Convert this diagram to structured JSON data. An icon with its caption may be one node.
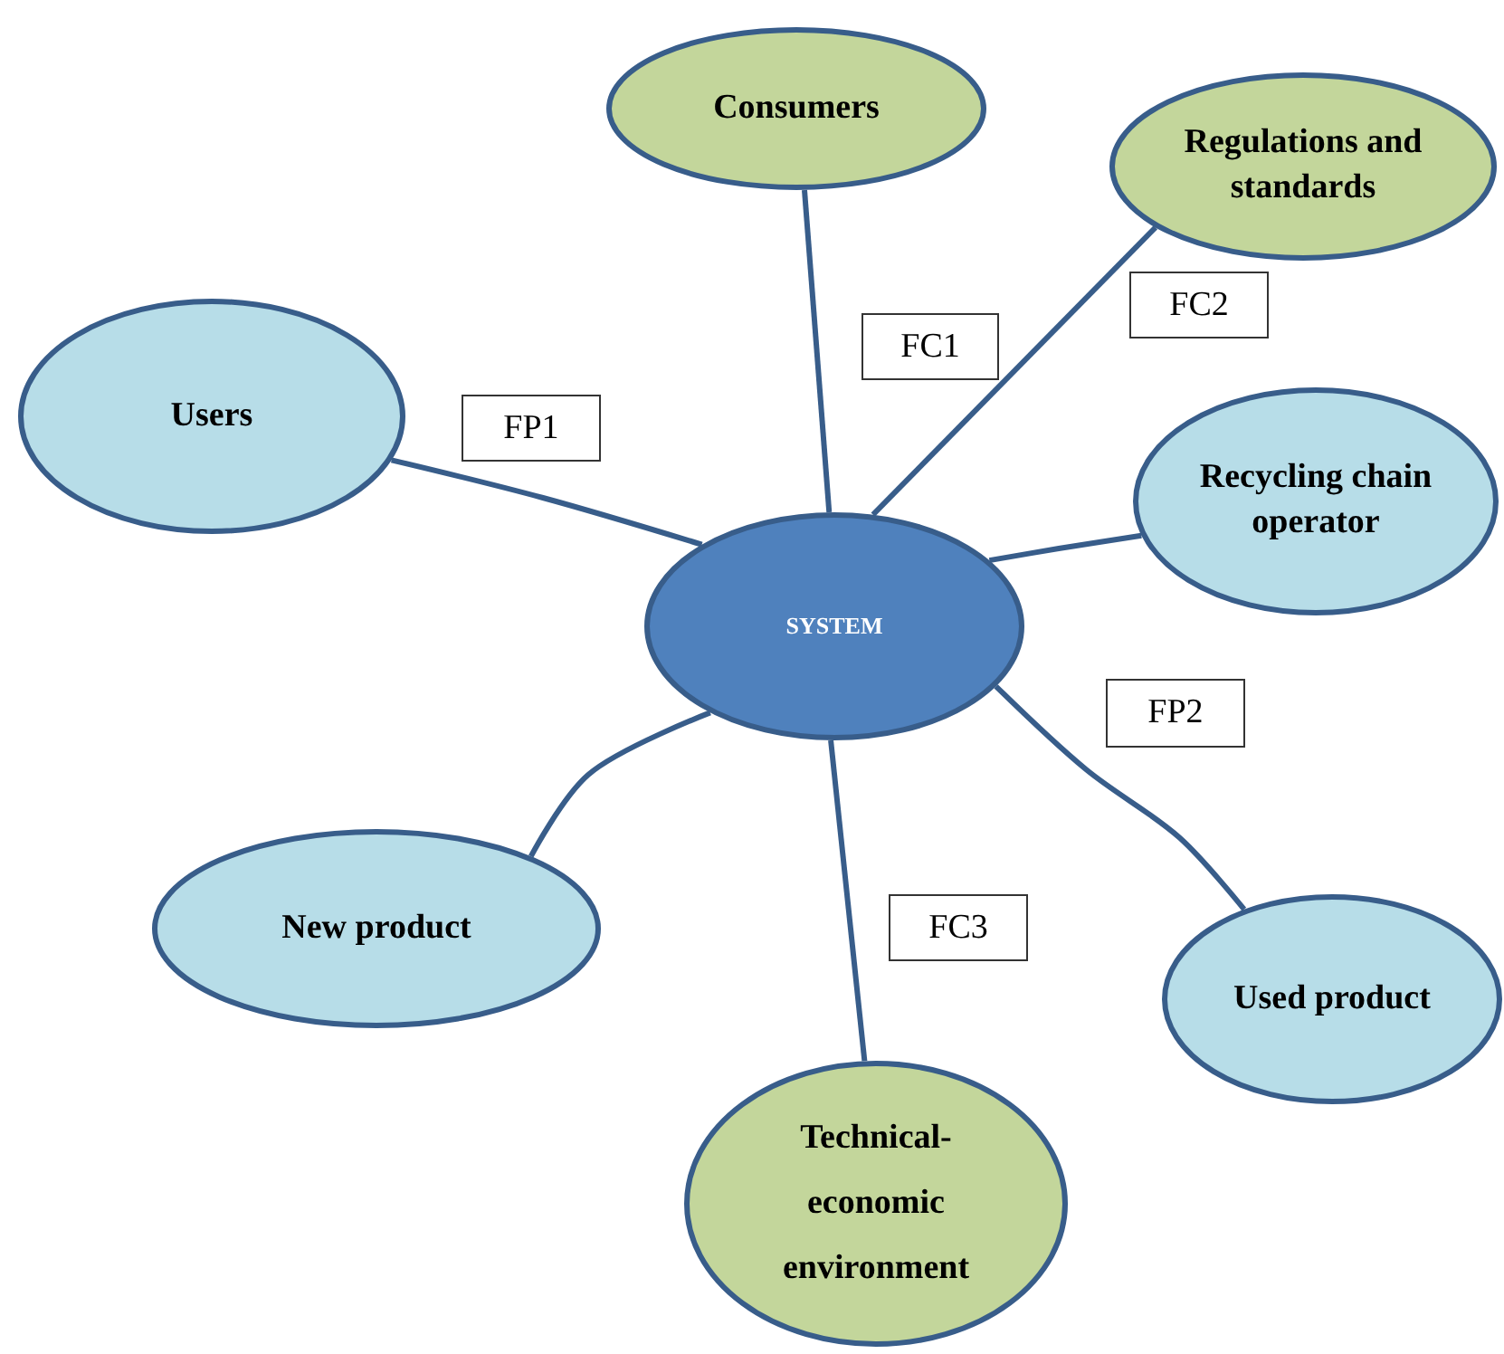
{
  "diagram": {
    "nodes": [
      {
        "text": [
          "Consumers"
        ]
      },
      {
        "text": [
          "Regulations and standards"
        ]
      },
      {
        "text": [
          "Users"
        ]
      },
      {
        "text": [
          "Recycling chain operator"
        ]
      },
      {
        "text": [
          "SYSTEM"
        ]
      },
      {
        "text": [
          "New product"
        ]
      },
      {
        "text": [
          "Used product"
        ]
      },
      {
        "text": [
          "Technical-economic environment"
        ]
      },
      {
        "text": [
          "FP1"
        ]
      },
      {
        "text": [
          "FC1"
        ]
      },
      {
        "text": [
          "FC2"
        ]
      },
      {
        "text": [
          "FP2"
        ]
      },
      {
        "text": [
          "FC3"
        ]
      }
    ],
    "edges": [
      {
        "from": 2,
        "to": 4,
        "arrow": "none"
      },
      {
        "from": 4,
        "to": 5,
        "arrow": "none"
      },
      {
        "from": 3,
        "to": 4,
        "arrow": "none"
      },
      {
        "from": 4,
        "to": 6,
        "arrow": "none"
      },
      {
        "from": 0,
        "to": 4,
        "arrow": "none"
      },
      {
        "from": 1,
        "to": 4,
        "arrow": "none"
      },
      {
        "from": 4,
        "to": 7,
        "arrow": "none"
      }
    ]
  }
}
